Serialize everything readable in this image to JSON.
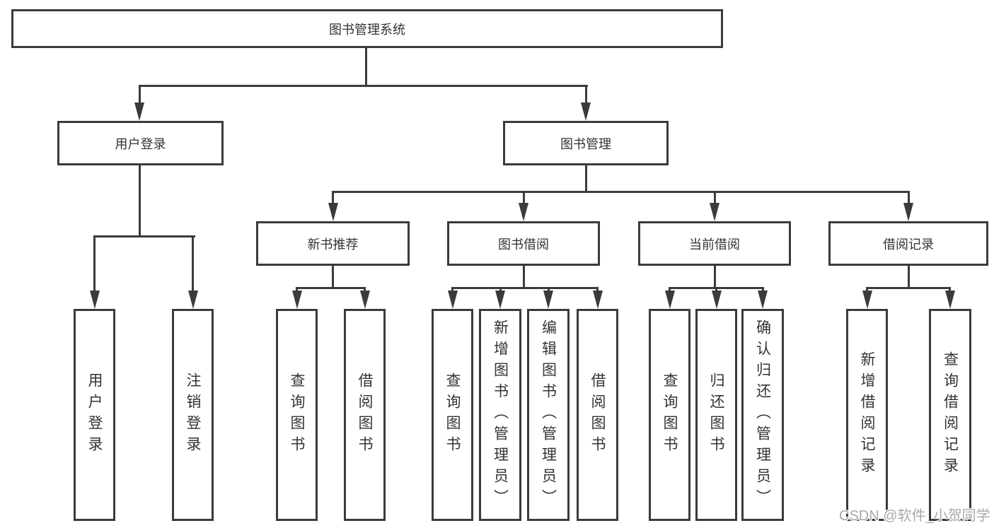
{
  "colors": {
    "line": "#3b3b3b",
    "text": "#333333",
    "background": "#ffffff",
    "watermark": "#a9a9a9"
  },
  "tree": {
    "label": "图书管理系统",
    "children": [
      {
        "label": "用户登录",
        "children": [
          {
            "label": "用户登录"
          },
          {
            "label": "注销登录"
          }
        ]
      },
      {
        "label": "图书管理",
        "children": [
          {
            "label": "新书推荐",
            "children": [
              {
                "label": "查询图书"
              },
              {
                "label": "借阅图书"
              }
            ]
          },
          {
            "label": "图书借阅",
            "children": [
              {
                "label": "查询图书"
              },
              {
                "label": "新增图书（管理员）"
              },
              {
                "label": "编辑图书（管理员）"
              },
              {
                "label": "借阅图书"
              }
            ]
          },
          {
            "label": "当前借阅",
            "children": [
              {
                "label": "查询图书"
              },
              {
                "label": "归还图书"
              },
              {
                "label": "确认归还（管理员）"
              }
            ]
          },
          {
            "label": "借阅记录",
            "children": [
              {
                "label": "新增借阅记录"
              },
              {
                "label": "查询借阅记录"
              }
            ]
          }
        ]
      }
    ]
  },
  "watermark": {
    "text": "CSDN @软件_小贺同学"
  }
}
